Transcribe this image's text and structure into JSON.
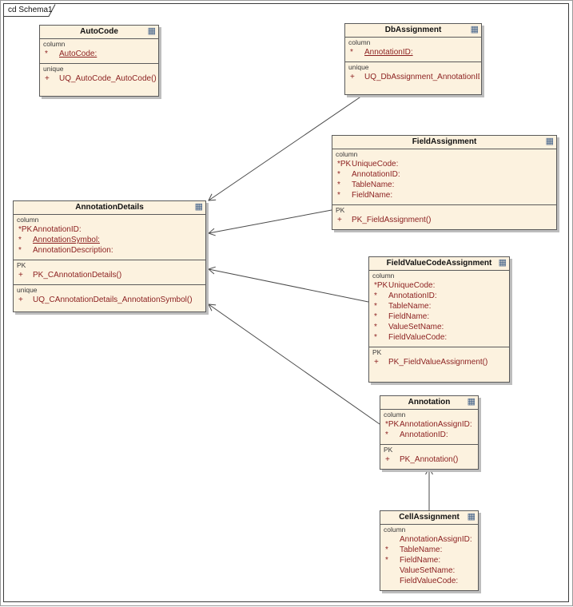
{
  "frame": {
    "label": "cd Schema1"
  },
  "colors": {
    "entity_fill": "#fcf2df",
    "entity_border": "#5a5a5a",
    "attribute_text": "#8b1f1f",
    "section_label": "#3a3a3a",
    "shadow": "#bdbdbd",
    "connector": "#4a4a4a"
  },
  "entities": [
    {
      "title": "AutoCode",
      "sections": [
        {
          "label": "column",
          "rows": [
            {
              "prefix": "*",
              "text": "AutoCode:",
              "underline": true
            }
          ]
        },
        {
          "label": "unique",
          "rows": [
            {
              "prefix": "+",
              "text": "UQ_AutoCode_AutoCode()"
            }
          ]
        }
      ]
    },
    {
      "title": "DbAssignment",
      "sections": [
        {
          "label": "column",
          "rows": [
            {
              "prefix": "*",
              "text": "AnnotationID:",
              "underline": true
            }
          ]
        },
        {
          "label": "unique",
          "rows": [
            {
              "prefix": "+",
              "text": "UQ_DbAssignment_AnnotationID()"
            }
          ]
        }
      ]
    },
    {
      "title": "FieldAssignment",
      "sections": [
        {
          "label": "column",
          "rows": [
            {
              "prefix": "*PK",
              "text": "UniqueCode:"
            },
            {
              "prefix": "*",
              "text": "AnnotationID:"
            },
            {
              "prefix": "*",
              "text": "TableName:"
            },
            {
              "prefix": "*",
              "text": "FieldName:"
            }
          ]
        },
        {
          "label": "PK",
          "rows": [
            {
              "prefix": "+",
              "text": "PK_FieldAssignment()"
            }
          ]
        }
      ]
    },
    {
      "title": "AnnotationDetails",
      "sections": [
        {
          "label": "column",
          "rows": [
            {
              "prefix": "*PK",
              "text": "AnnotationID:"
            },
            {
              "prefix": "*",
              "text": "AnnotationSymbol:",
              "underline": true
            },
            {
              "prefix": "*",
              "text": "AnnotationDescription:"
            }
          ]
        },
        {
          "label": "PK",
          "rows": [
            {
              "prefix": "+",
              "text": "PK_CAnnotationDetails()"
            }
          ]
        },
        {
          "label": "unique",
          "rows": [
            {
              "prefix": "+",
              "text": "UQ_CAnnotationDetails_AnnotationSymbol()"
            }
          ]
        }
      ]
    },
    {
      "title": "FieldValueCodeAssignment",
      "sections": [
        {
          "label": "column",
          "rows": [
            {
              "prefix": "*PK",
              "text": "UniqueCode:"
            },
            {
              "prefix": "*",
              "text": "AnnotationID:"
            },
            {
              "prefix": "*",
              "text": "TableName:"
            },
            {
              "prefix": "*",
              "text": "FieldName:"
            },
            {
              "prefix": "*",
              "text": "ValueSetName:"
            },
            {
              "prefix": "*",
              "text": "FieldValueCode:"
            }
          ]
        },
        {
          "label": "PK",
          "rows": [
            {
              "prefix": "+",
              "text": "PK_FieldValueAssignment()"
            }
          ]
        }
      ]
    },
    {
      "title": "Annotation",
      "sections": [
        {
          "label": "column",
          "rows": [
            {
              "prefix": "*PK",
              "text": "AnnotationAssignID:"
            },
            {
              "prefix": "*",
              "text": "AnnotationID:"
            }
          ]
        },
        {
          "label": "PK",
          "rows": [
            {
              "prefix": "+",
              "text": "PK_Annotation()"
            }
          ]
        }
      ]
    },
    {
      "title": "CellAssignment",
      "sections": [
        {
          "label": "column",
          "rows": [
            {
              "prefix": "",
              "text": "AnnotationAssignID:"
            },
            {
              "prefix": "*",
              "text": "TableName:"
            },
            {
              "prefix": "*",
              "text": "FieldName:"
            },
            {
              "prefix": "",
              "text": "ValueSetName:"
            },
            {
              "prefix": "",
              "text": "FieldValueCode:"
            }
          ]
        }
      ]
    }
  ],
  "connectors": [
    {
      "from": "DbAssignment",
      "to": "AnnotationDetails"
    },
    {
      "from": "FieldAssignment",
      "to": "AnnotationDetails"
    },
    {
      "from": "FieldValueCodeAssignment",
      "to": "AnnotationDetails"
    },
    {
      "from": "Annotation",
      "to": "AnnotationDetails"
    },
    {
      "from": "CellAssignment",
      "to": "Annotation"
    }
  ]
}
